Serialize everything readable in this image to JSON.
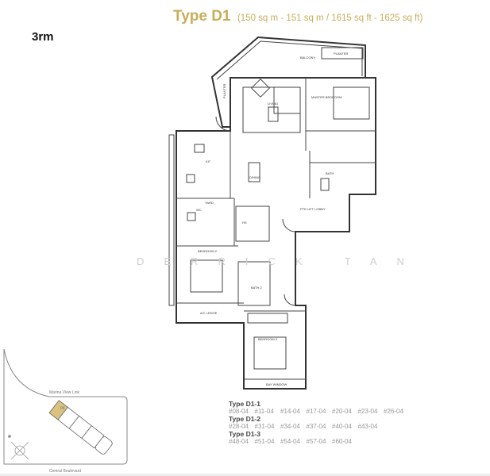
{
  "heading": {
    "type_label": "Type D1",
    "area": "(150 sq m - 151 sq m / 1615 sq ft - 1625 sq ft)"
  },
  "room_count": "3rm",
  "watermark": "DERRICK TAN",
  "colors": {
    "accent": "#c8ad5a",
    "highlight_unit": "#d8c27e"
  },
  "rooms": {
    "balcony": "BALCONY",
    "planter_top": "PLANTER",
    "planter_left": "PLANTER",
    "living": "LIVING",
    "master": "MASTER BEDROOM",
    "kit": "KIT",
    "dining": "DINING",
    "bath": "BATH",
    "lobby": "PTE LIFT LOBBY",
    "yard": "YARD",
    "wc": "WC",
    "hs": "HS",
    "bed2": "BEDROOM 2",
    "bath2": "BATH 2",
    "ac": "A/C LEDGE",
    "bed3": "BEDROOM 3",
    "bay": "BAY WINDOW"
  },
  "site_plan": {
    "road_top": "Marina View Link",
    "road_bottom": "Central Boulevard",
    "unit": "04"
  },
  "unit_groups": [
    {
      "type": "Type D1-1",
      "units": [
        "#08-04",
        "#11-04",
        "#14-04",
        "#17-04",
        "#20-04",
        "#23-04",
        "#26-04"
      ]
    },
    {
      "type": "Type D1-2",
      "units": [
        "#28-04",
        "#31-04",
        "#34-04",
        "#37-04",
        "#40-04",
        "#43-04"
      ]
    },
    {
      "type": "Type D1-3",
      "units": [
        "#48-04",
        "#51-04",
        "#54-04",
        "#57-04",
        "#60-04"
      ]
    }
  ]
}
